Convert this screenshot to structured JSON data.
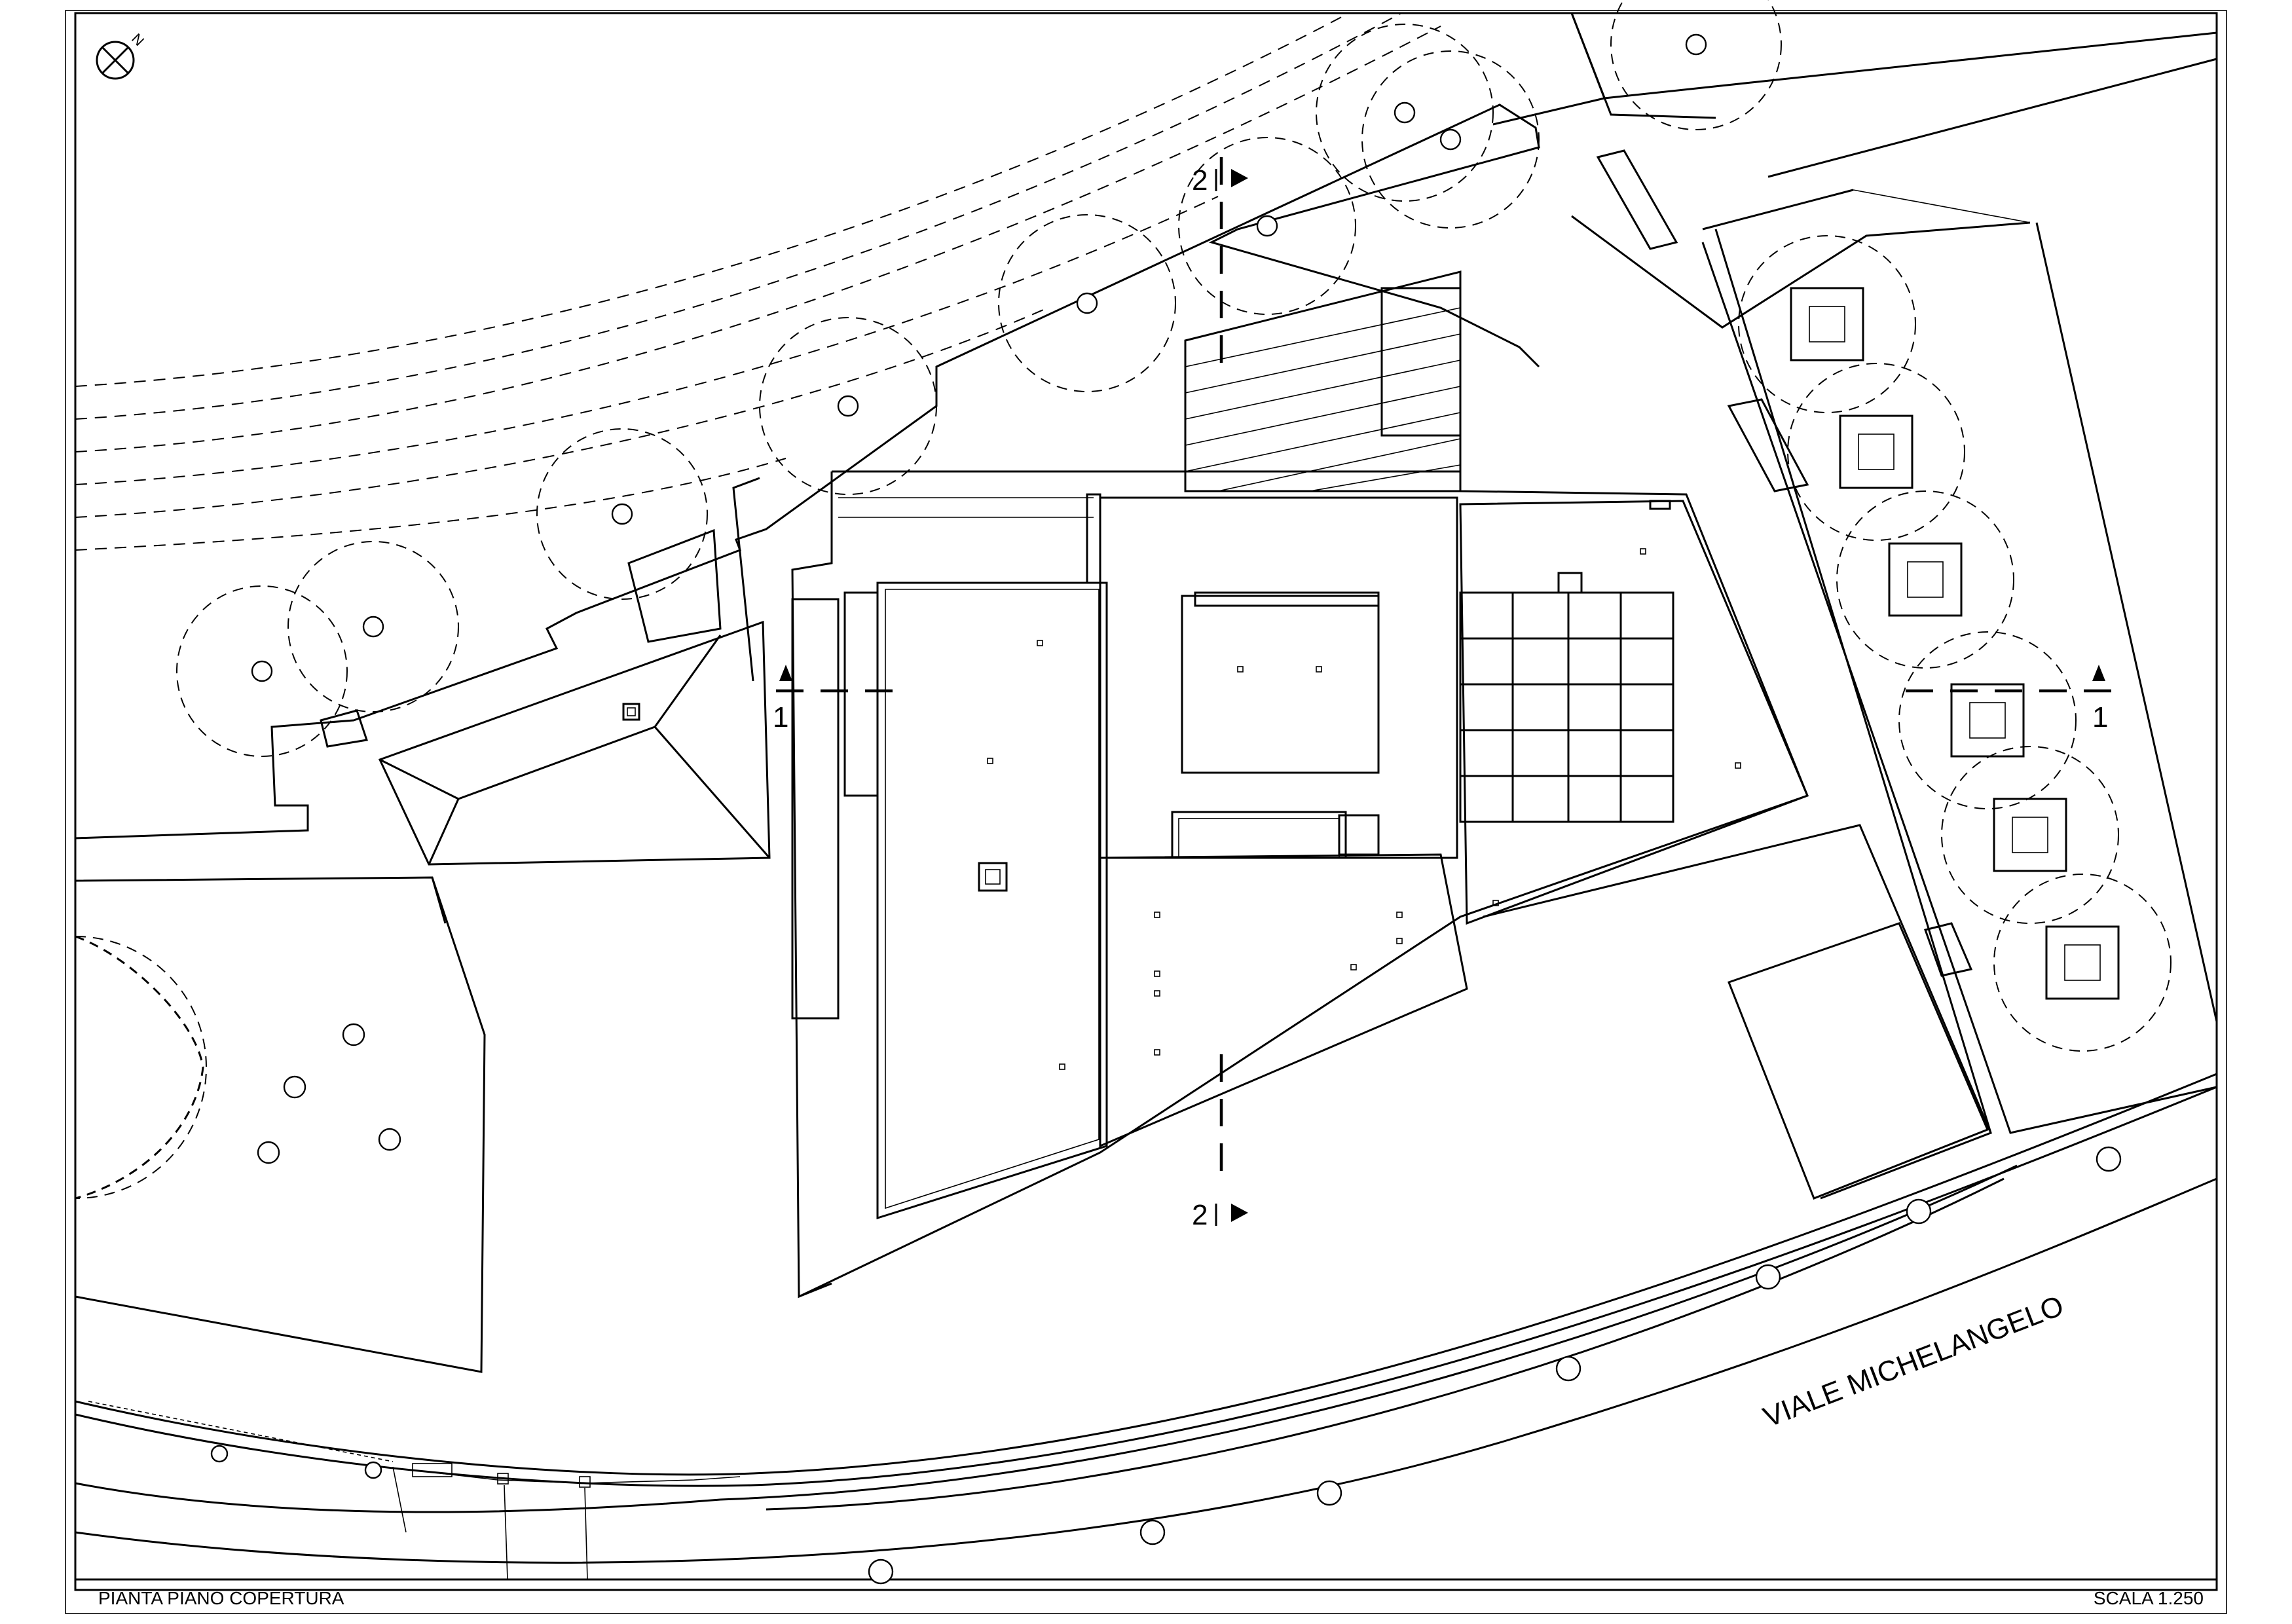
{
  "drawing": {
    "title": "PIANTA PIANO COPERTURA",
    "scale": "SCALA 1.250",
    "street_name": "VIALE MICHELANGELO",
    "north_label": "N"
  },
  "sections": {
    "section_1_left": "1",
    "section_1_right": "1",
    "section_2_top": "2",
    "section_2_bottom": "2"
  }
}
